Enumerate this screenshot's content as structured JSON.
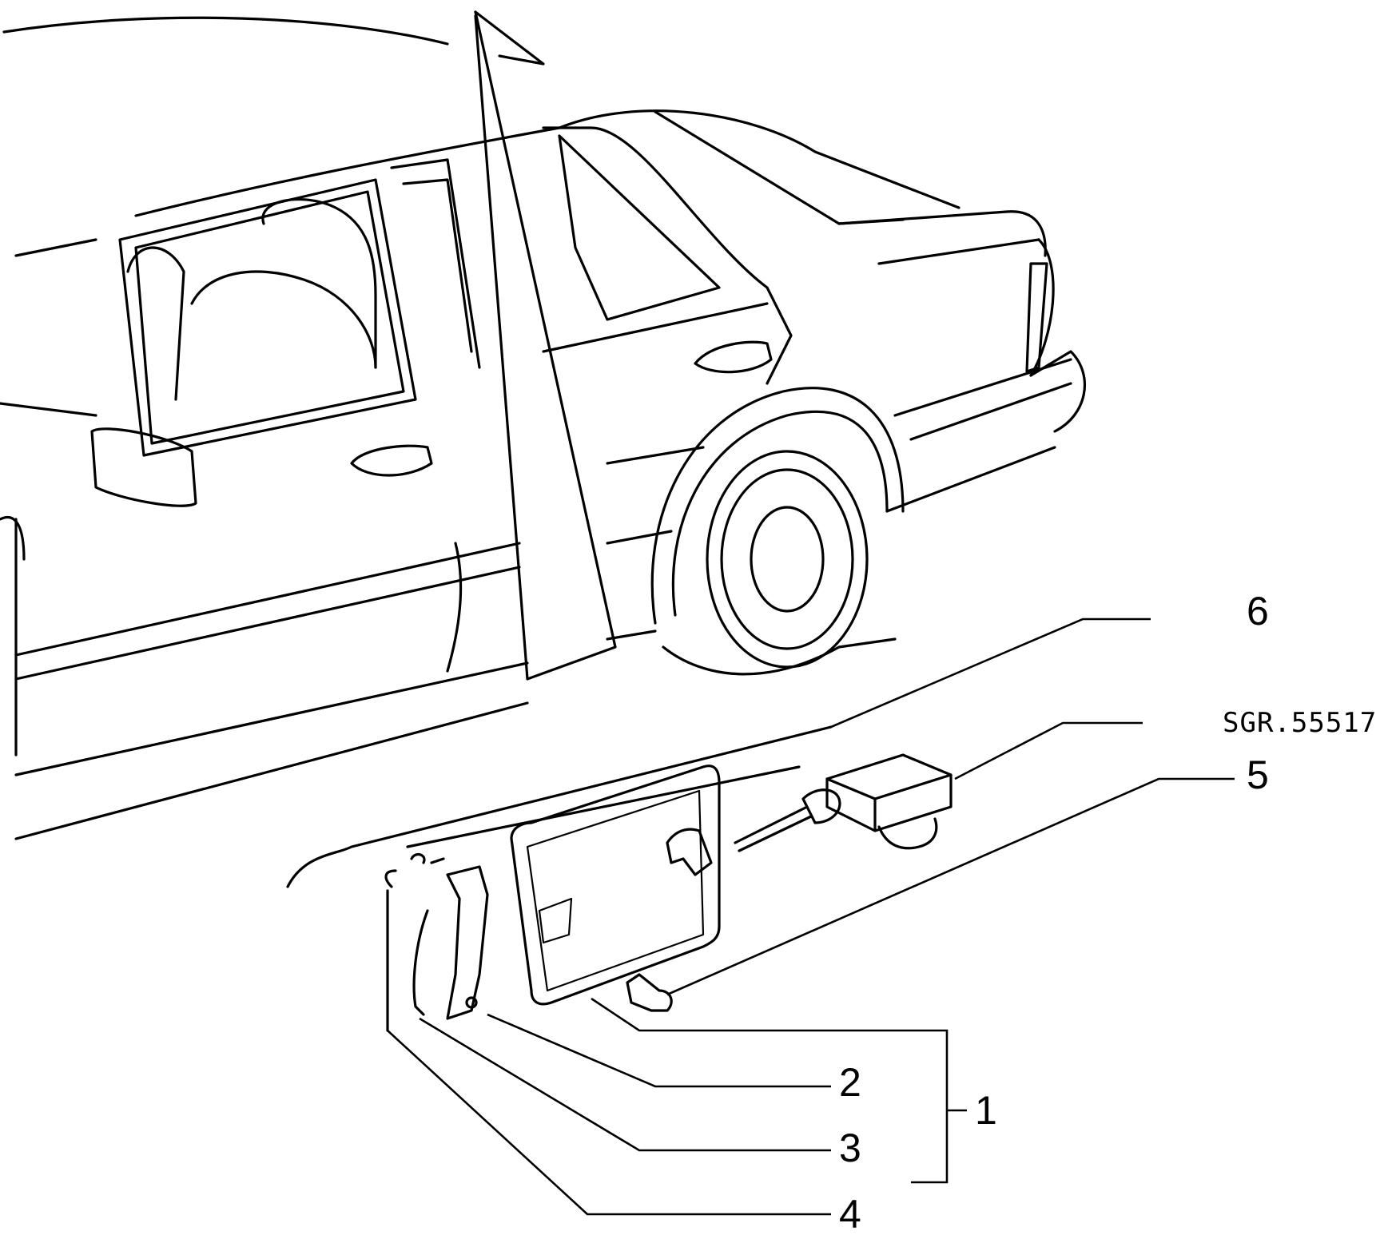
{
  "drawing_code": "SGR.55517",
  "callouts": {
    "c1": "1",
    "c2": "2",
    "c3": "3",
    "c4": "4",
    "c5": "5",
    "c6": "6"
  }
}
